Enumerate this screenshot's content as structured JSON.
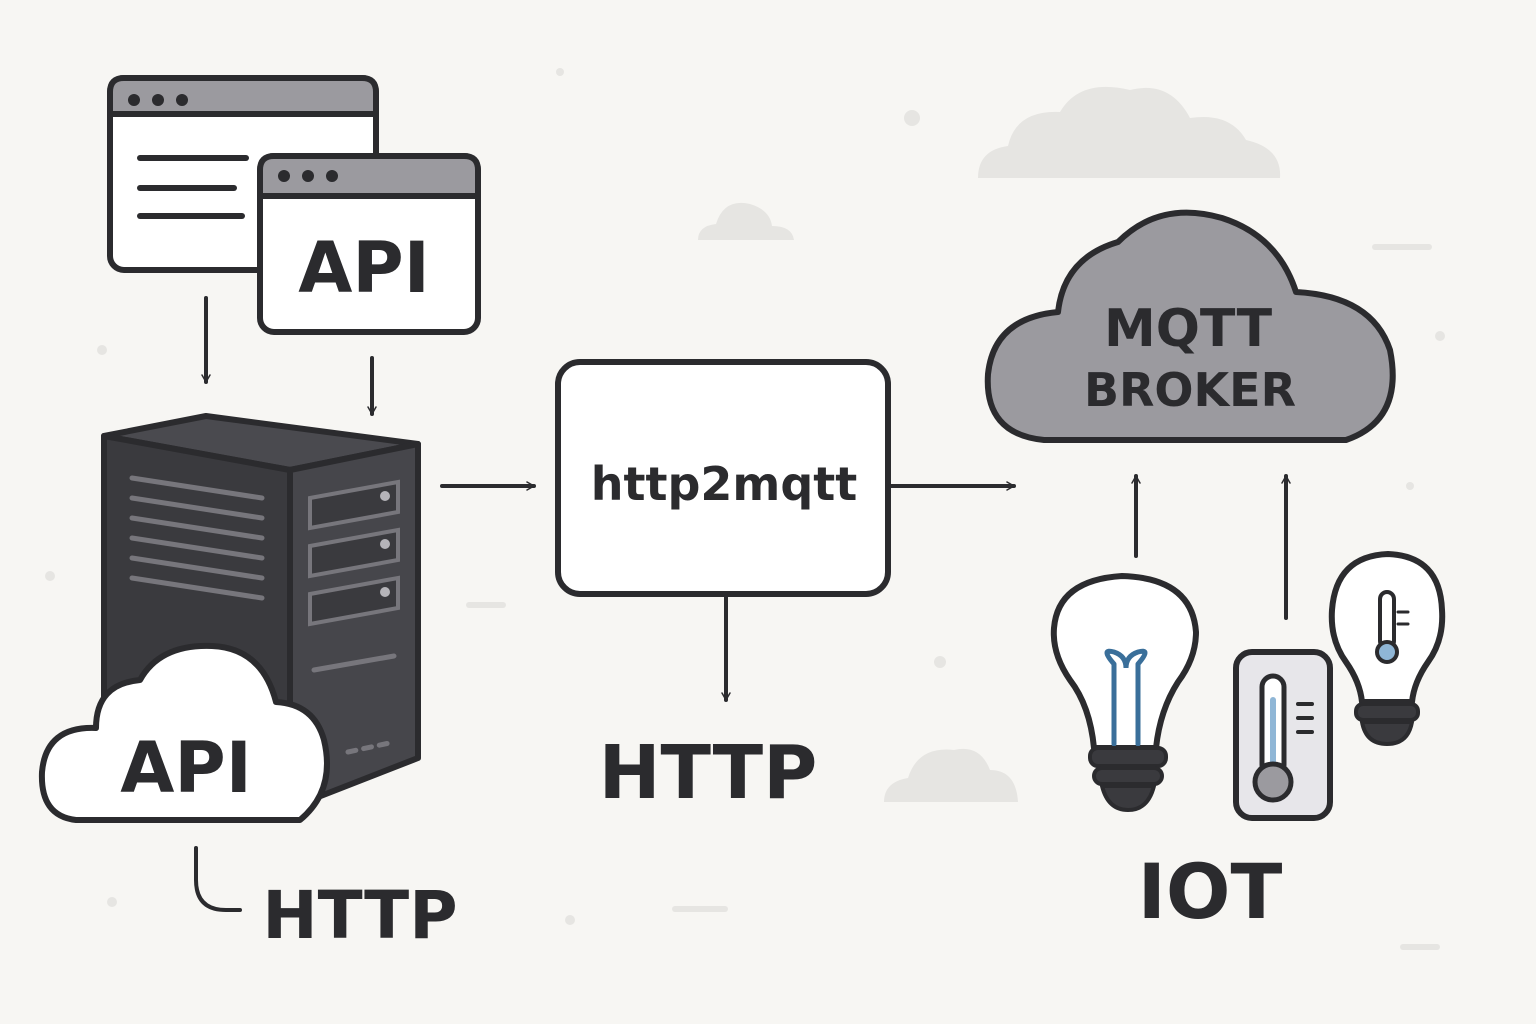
{
  "colors": {
    "background": "#f7f6f3",
    "outline": "#2b2b2e",
    "server_body": "#3a3a3e",
    "window_bar": "#9b9a9f",
    "broker_cloud": "#9b9a9f",
    "decor_cloud": "#e6e5e2",
    "filament_blue": "#3a6f9a",
    "thermo_blue": "#8fb6d6"
  },
  "labels": {
    "api_window": "API",
    "api_cloud": "API",
    "http_left": "HTTP",
    "bridge": "http2mqtt",
    "http_center": "HTTP",
    "broker_line1": "MQTT",
    "broker_line2": "BROKER",
    "iot": "IOT"
  },
  "icons": {
    "browser_window_back": "browser-window-icon",
    "browser_window_front": "browser-window-icon",
    "server": "server-tower-icon",
    "api_cloud": "cloud-icon",
    "broker_cloud": "cloud-icon",
    "lightbulb": "lightbulb-icon",
    "thermometer": "thermometer-icon",
    "temp_bulb": "temperature-bulb-icon"
  }
}
